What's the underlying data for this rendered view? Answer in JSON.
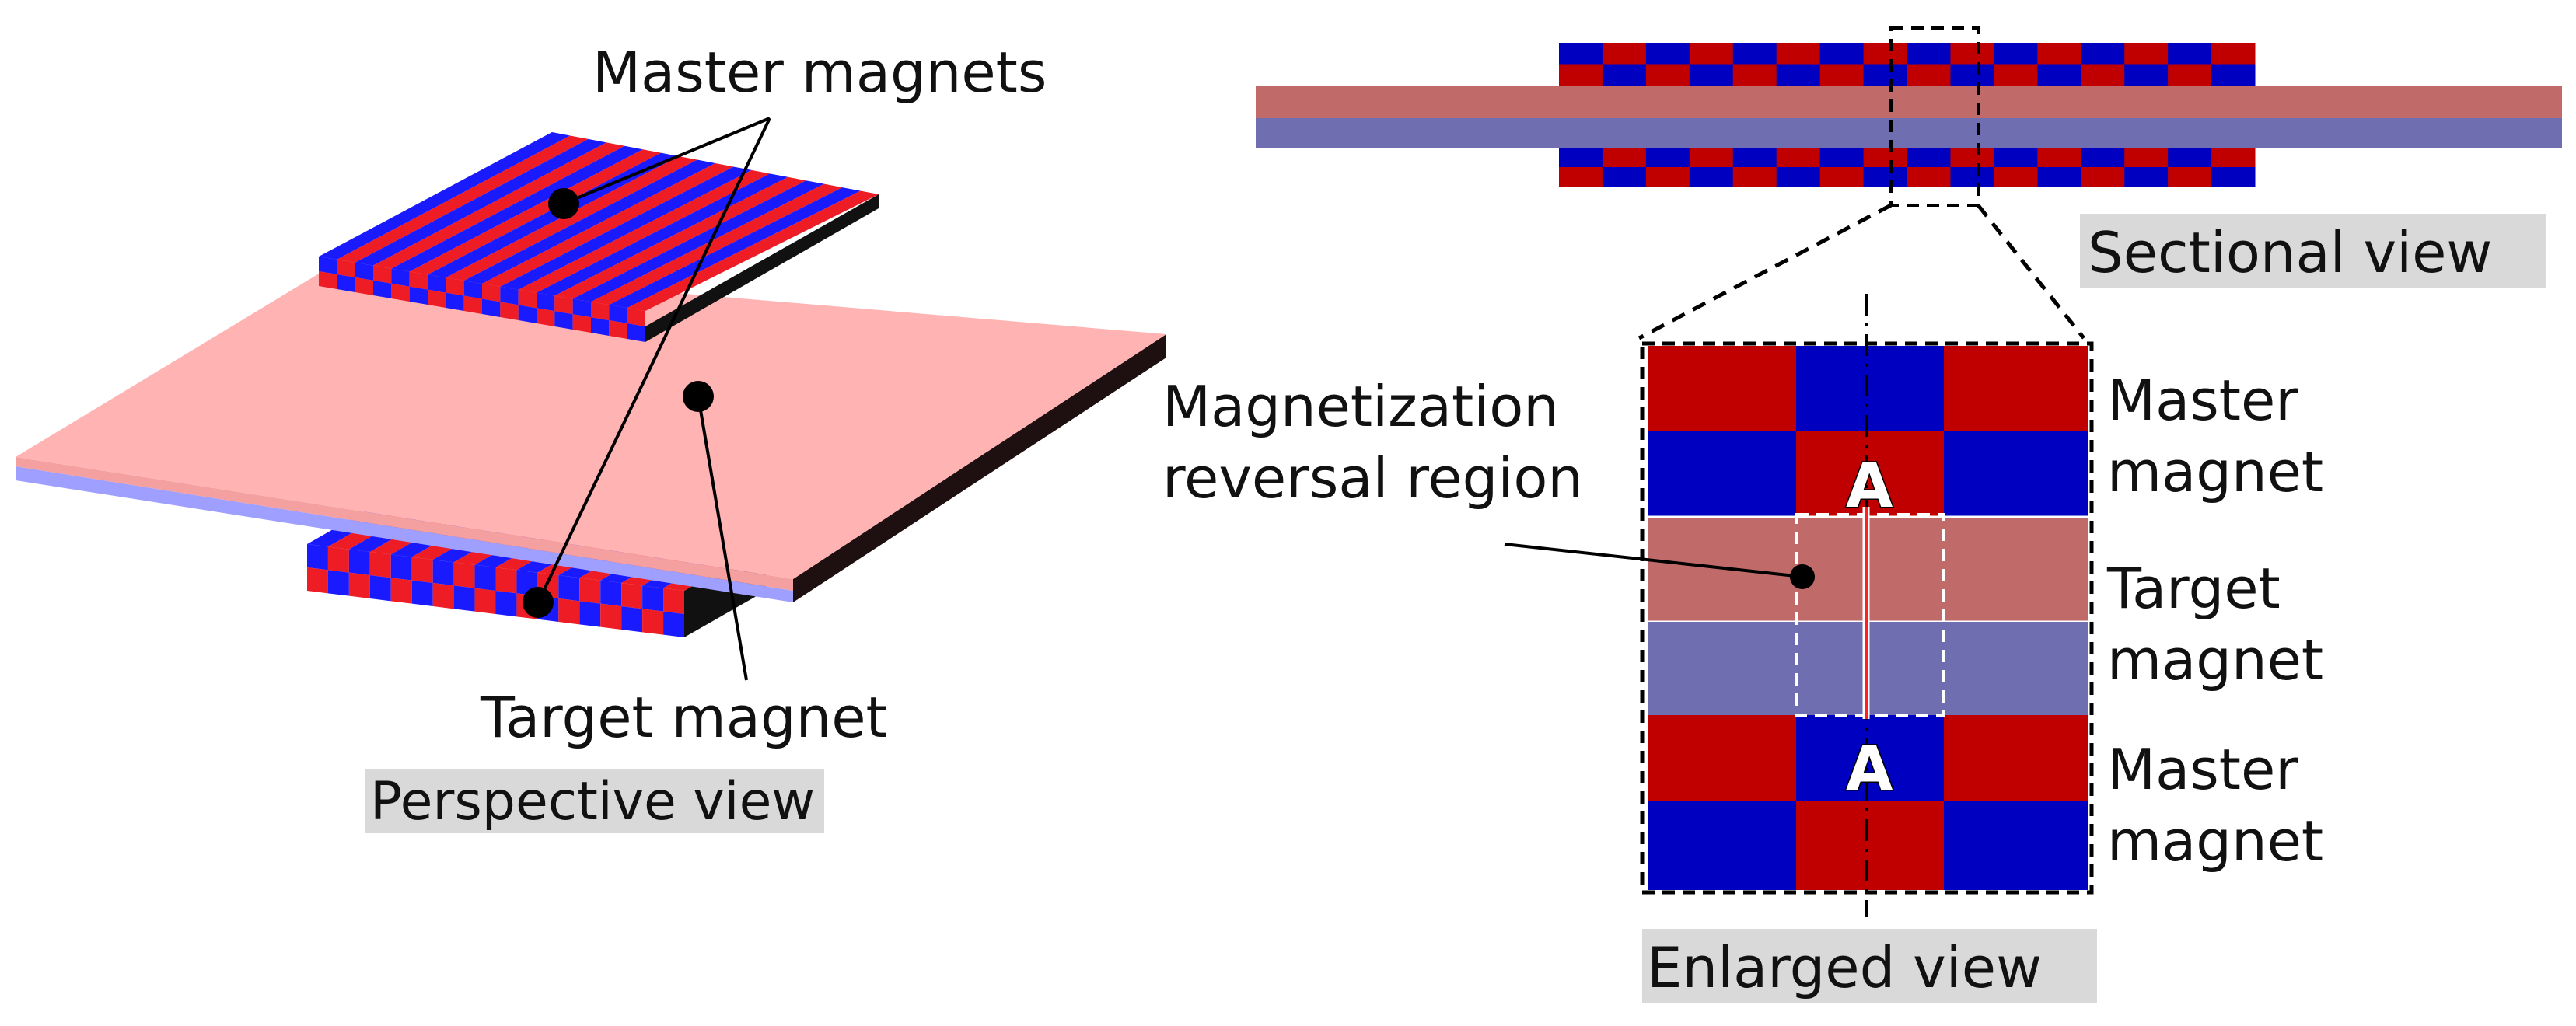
{
  "labels": {
    "master_magnets": "Master magnets",
    "target_magnet": "Target magnet",
    "perspective_view": "Perspective view",
    "sectional_view": "Sectional view",
    "enlarged_view": "Enlarged view",
    "magnetization_line1": "Magnetization",
    "magnetization_line2": "reversal region",
    "right_master_top_1": "Master",
    "right_master_top_2": "magnet",
    "right_target_1": "Target",
    "right_target_2": "magnet",
    "right_master_bottom_1": "Master",
    "right_master_bottom_2": "magnet",
    "marker_top": "A",
    "marker_bottom": "A"
  },
  "colors": {
    "north_red": "#c00000",
    "south_blue": "#0000c0",
    "stripe_red": "#ee1c24",
    "stripe_blue": "#1a1aff",
    "target_pink": "#ffb3b3",
    "target_edge": "#1e1010",
    "target_upper_section": "#c06a6a",
    "target_lower_section": "#6e6eb0",
    "caption_bg": "#d9d9d9"
  }
}
